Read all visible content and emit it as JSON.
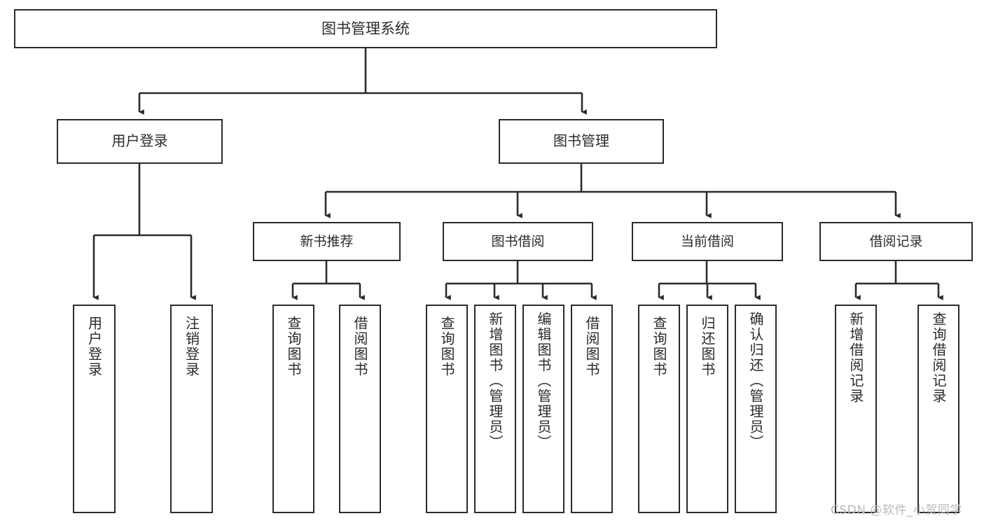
{
  "diagram": {
    "type": "tree-hierarchy-flowchart",
    "title": "图书管理系统",
    "background_color": "#ffffff",
    "line_color": "#2b2b2b",
    "text_color": "#2b2b2b",
    "nodes": {
      "root": {
        "label": "图书管理系统"
      },
      "tier2": [
        {
          "id": "user-login",
          "label": "用户登录"
        },
        {
          "id": "book-management",
          "label": "图书管理"
        }
      ],
      "tier3": [
        {
          "id": "new-book-recommend",
          "label": "新书推荐"
        },
        {
          "id": "book-borrow",
          "label": "图书借阅"
        },
        {
          "id": "current-borrow",
          "label": "当前借阅"
        },
        {
          "id": "borrow-record",
          "label": "借阅记录"
        }
      ],
      "leaves": {
        "user_login": [
          {
            "id": "leaf-user-login",
            "label": "用户登录"
          },
          {
            "id": "leaf-logout-login",
            "label": "注销登录"
          }
        ],
        "new_book_recommend": [
          {
            "id": "leaf-query-book-1",
            "label": "查询图书"
          },
          {
            "id": "leaf-borrow-book-1",
            "label": "借阅图书"
          }
        ],
        "book_borrow": [
          {
            "id": "leaf-query-book-2",
            "label": "查询图书"
          },
          {
            "id": "leaf-add-book",
            "label": "新增图书（管理员）"
          },
          {
            "id": "leaf-edit-book",
            "label": "编辑图书（管理员）"
          },
          {
            "id": "leaf-borrow-book-2",
            "label": "借阅图书"
          }
        ],
        "current_borrow": [
          {
            "id": "leaf-query-book-3",
            "label": "查询图书"
          },
          {
            "id": "leaf-return-book",
            "label": "归还图书"
          },
          {
            "id": "leaf-confirm-return",
            "label": "确认归还（管理员）"
          }
        ],
        "borrow_record": [
          {
            "id": "leaf-add-borrow-record",
            "label": "新增借阅记录"
          },
          {
            "id": "leaf-query-borrow-record",
            "label": "查询借阅记录"
          }
        ]
      }
    }
  },
  "watermark": {
    "text": "CSDN @软件_小贺同学",
    "color": "#b9b9b9"
  }
}
